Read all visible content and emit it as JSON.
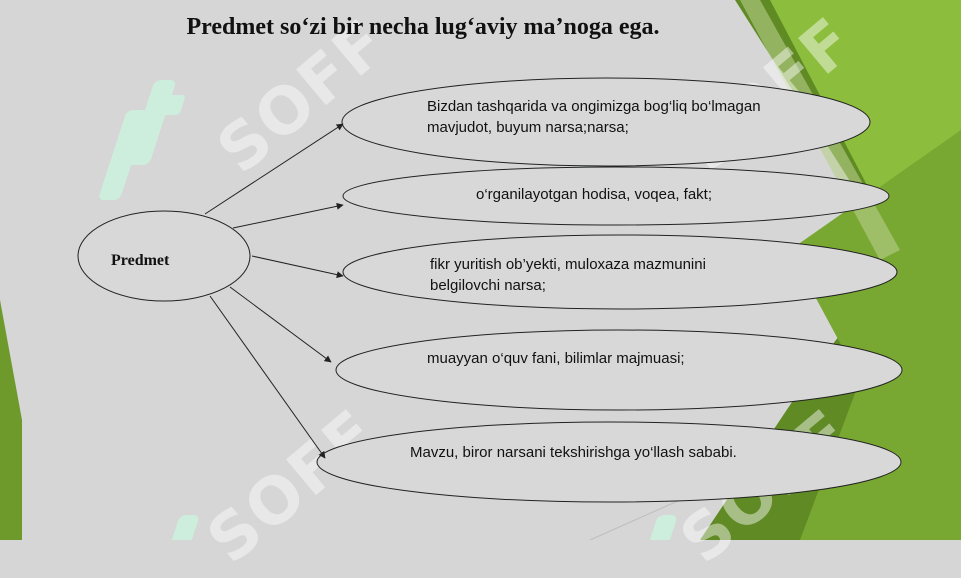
{
  "title": "Predmet so‘zi bir necha lug‘aviy ma’noga ega.",
  "center": "Predmet",
  "meanings": [
    "Bizdan tashqarida va ongimizga bog‘liq bo‘lmagan mavjudot, buyum narsa;narsa;",
    "o‘rganilayotgan hodisa, voqea, fakt;",
    "fikr yuritish ob’yekti, muloxaza mazmunini belgilovchi narsa;",
    "muayyan o‘quv fani, bilimlar majmuasi;",
    "Mavzu, biror narsani tekshirishga yo‘llash sababi."
  ],
  "watermark": "SOFF",
  "colors": {
    "background": "#d6d6d6",
    "accent_green": "#6e9a2c",
    "light_green": "#8cbd3c",
    "ellipse_fill": "#d8d8d8",
    "logo_mint": "#cdeedd"
  }
}
